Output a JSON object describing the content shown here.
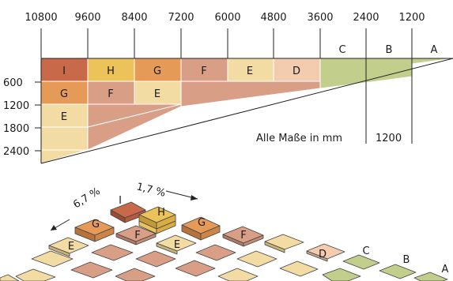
{
  "top_scale": [
    "10800",
    "9600",
    "8400",
    "7200",
    "6000",
    "4800",
    "3600",
    "2400",
    "1200"
  ],
  "left_scale": [
    "600",
    "1200",
    "1800",
    "2400"
  ],
  "zone_labels_top": [
    "I",
    "H",
    "G",
    "F",
    "E",
    "D",
    "C",
    "B",
    "A"
  ],
  "grid_labels": {
    "g_row2": "G",
    "f_row2": "F",
    "e_row2": "E",
    "e_row3": "E"
  },
  "units_note": "Alle Maße in mm",
  "right_dimension": "1200",
  "slope_long": "1,7 %",
  "slope_cross": "6,7 %",
  "iso_labels": [
    "I",
    "H",
    "G",
    "G",
    "F",
    "F",
    "E",
    "E",
    "D",
    "C",
    "B",
    "A"
  ],
  "colors": {
    "I": "#c8694a",
    "H": "#ecc25a",
    "G": "#e59a58",
    "F": "#d89f86",
    "E": "#f3dca4",
    "D": "#f3ccb0",
    "C": "#c2cf8c",
    "B": "#c2cf8c",
    "A": "#c2cf8c"
  }
}
